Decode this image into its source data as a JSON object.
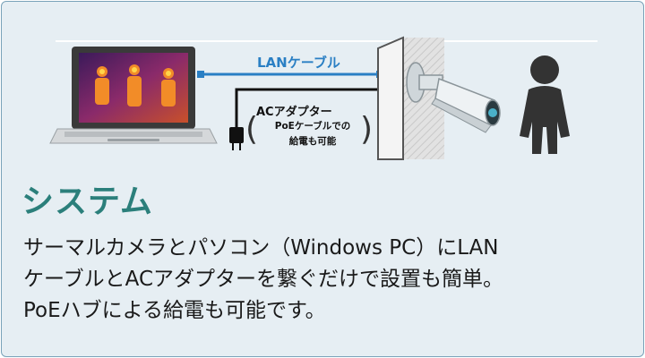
{
  "diagram": {
    "lan_label": "LANケーブル",
    "ac_title": "ACアダプター",
    "ac_note_line1": "PoEケーブルでの",
    "ac_note_line2": "給電も可能",
    "colors": {
      "lan_cable": "#2a7fc4",
      "ac_cable": "#111111",
      "wall": "#dcdcdc",
      "camera": "#e8edf0",
      "person": "#333333"
    }
  },
  "heading": "システム",
  "body": {
    "line1": "サーマルカメラとパソコン（Windows PC）にLAN",
    "line2": "ケーブルとACアダプターを繋ぐだけで設置も簡単。",
    "line3": "PoEハブによる給電も可能です。"
  },
  "accent_color": "#2b7f7b"
}
